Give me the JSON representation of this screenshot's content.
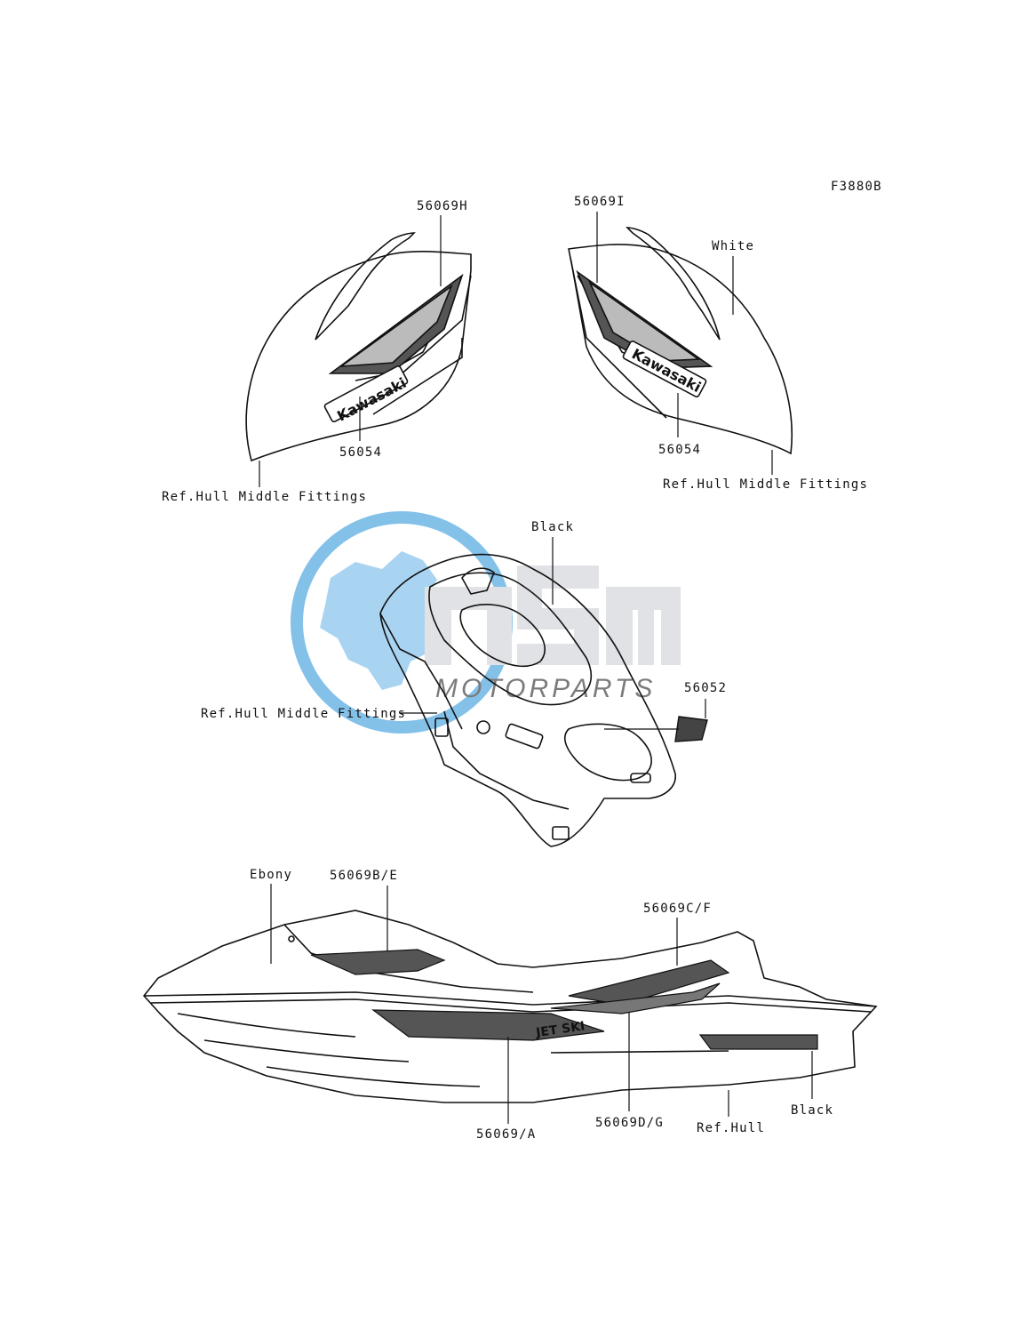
{
  "diagram": {
    "code": "F3880B",
    "labels": {
      "top_left_part": "56069H",
      "top_right_part": "56069I",
      "white_note": "White",
      "left_emblem": "56054",
      "right_emblem": "56054",
      "left_ref": "Ref.Hull Middle Fittings",
      "right_ref": "Ref.Hull Middle Fittings",
      "black_top": "Black",
      "mid_ref": "Ref.Hull Middle Fittings",
      "part_56052": "56052",
      "ebony": "Ebony",
      "part_b_e": "56069B/E",
      "part_c_f": "56069C/F",
      "part_a": "56069/A",
      "part_d_g": "56069D/G",
      "ref_hull": "Ref.Hull",
      "black_bottom": "Black"
    },
    "decal_text": {
      "brand": "Kawasaki",
      "model": "JET SKI"
    },
    "watermark": {
      "main": "msm",
      "sub": "MOTORPARTS"
    }
  },
  "colors": {
    "line": "#111111",
    "watermark_blue": "#1f8fd8",
    "watermark_gray": "#c9ccd0"
  }
}
